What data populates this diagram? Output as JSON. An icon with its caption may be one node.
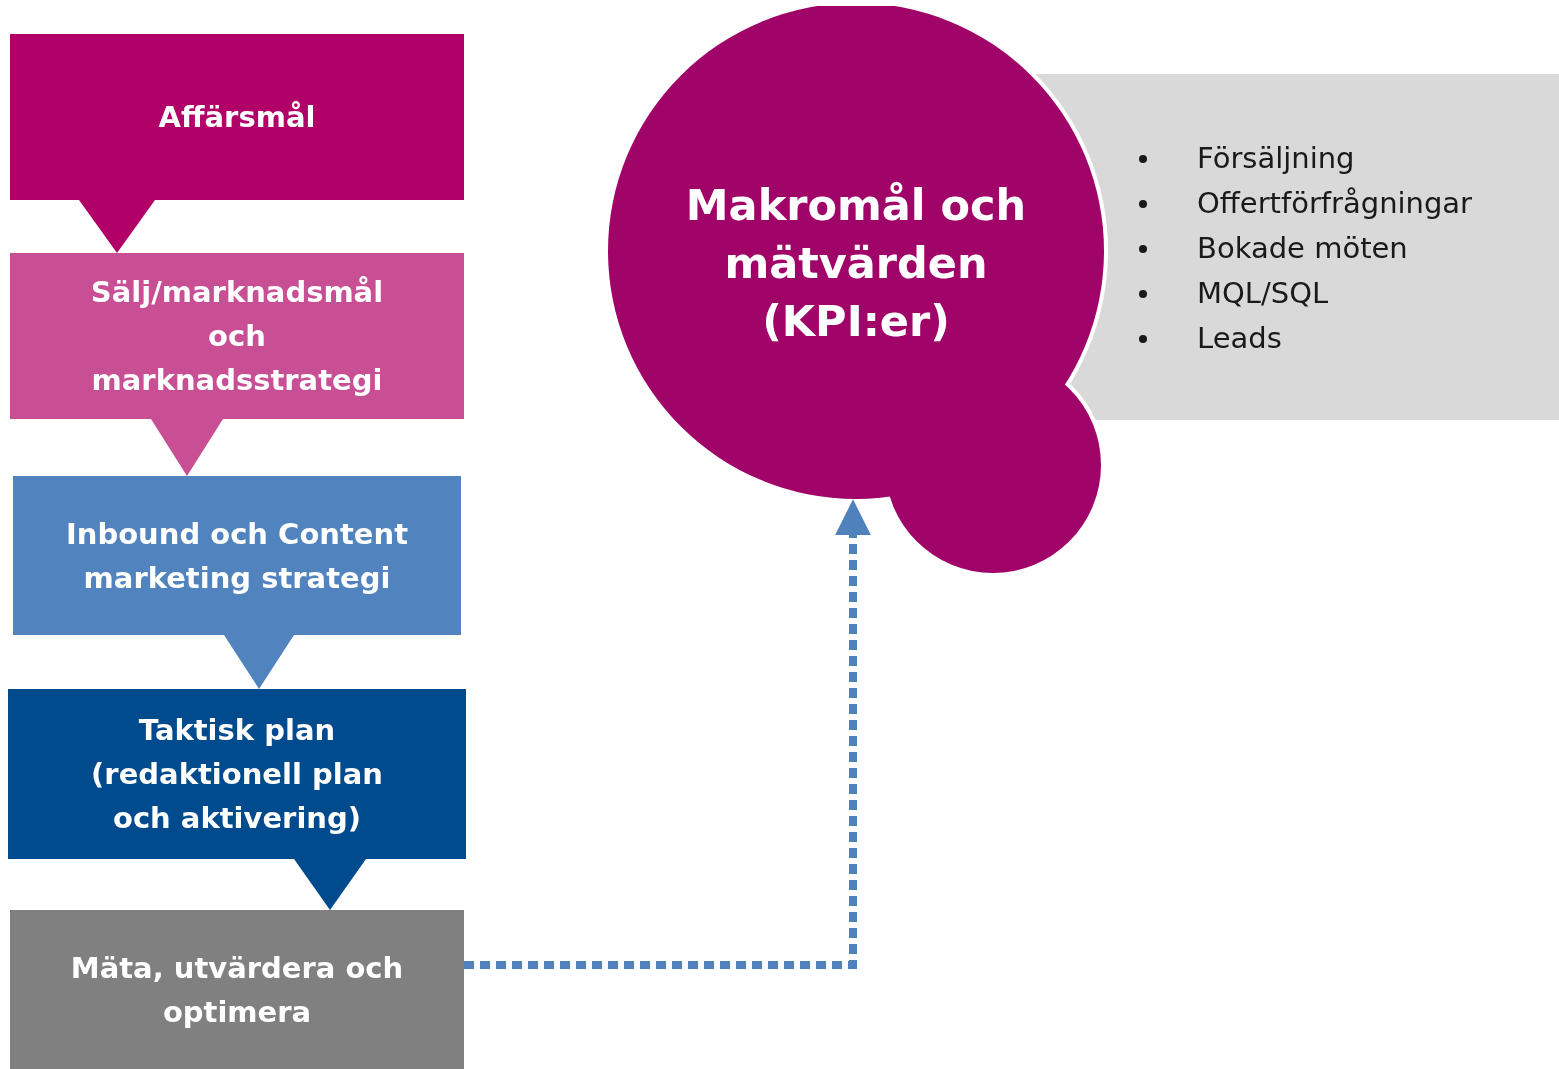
{
  "diagram": {
    "nodes": [
      {
        "text": [
          "Affärsmål"
        ]
      },
      {
        "text": [
          "Sälj/marknadsmål och marknadsstrategi"
        ]
      },
      {
        "text": [
          "Inbound och Content marketing strategi"
        ]
      },
      {
        "text": [
          "Taktisk plan (redaktionell plan och aktivering)"
        ]
      },
      {
        "text": [
          "Mäta, utvärdera och optimera"
        ]
      },
      {
        "text": [
          "Makromål och mätvärden (KPI:er)"
        ]
      },
      {
        "text": [
          "Försäljning",
          "Offertförfrågningar",
          "Bokade möten",
          "MQL/SQL",
          "Leads"
        ]
      }
    ],
    "edges": [
      {
        "from": 0,
        "to": 1,
        "arrow": "to",
        "color": "#b10068"
      },
      {
        "from": 1,
        "to": 2,
        "arrow": "to",
        "color": "#c84f94"
      },
      {
        "from": 2,
        "to": 3,
        "arrow": "to",
        "color": "#5183bf"
      },
      {
        "from": 3,
        "to": 4,
        "arrow": "to",
        "color": "#004b8d"
      },
      {
        "from": 4,
        "to": 5,
        "arrow": "to",
        "style": "dashed",
        "color": "#4f81bd"
      }
    ]
  }
}
